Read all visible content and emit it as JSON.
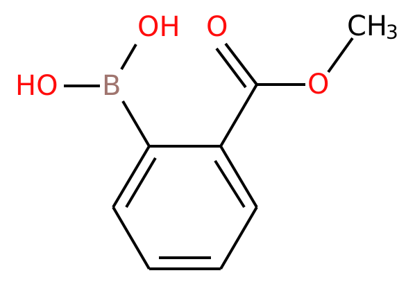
{
  "molecule": {
    "atoms": {
      "hydroxyl_top": "OH",
      "hydroxyl_left": "HO",
      "boron": "B",
      "carbonyl_oxygen": "O",
      "ester_oxygen": "O",
      "methyl_main": "CH",
      "methyl_subscript": "3"
    },
    "colors": {
      "bond": "#000000",
      "oxygen": "#ff0d0d",
      "boron": "#a0756f",
      "carbon": "#000000"
    }
  }
}
